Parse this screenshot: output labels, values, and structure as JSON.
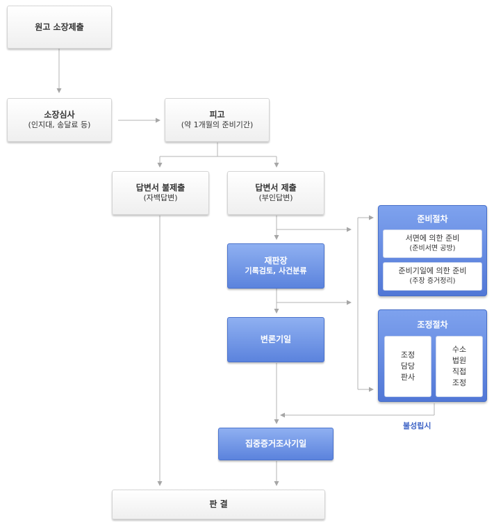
{
  "boxes": {
    "plaintiff": {
      "title": "원고 소장제출"
    },
    "review": {
      "title": "소장심사",
      "sub": "(인지대, 송달료 등)"
    },
    "defendant": {
      "title": "피고",
      "sub": "(약 1개월의 준비기간)"
    },
    "no_answer": {
      "title": "답변서 불제출",
      "sub": "(자백답변)"
    },
    "answer": {
      "title": "답변서 제출",
      "sub": "(부인답변)"
    },
    "judge": {
      "title": "재판장",
      "sub": "기록검토, 사건분류"
    },
    "hearing": {
      "title": "변론기일"
    },
    "evidence": {
      "title": "집중증거조사기일"
    },
    "judgment": {
      "title": "판 결"
    }
  },
  "prep": {
    "title": "준비절차",
    "items": [
      {
        "title": "서면에 의한 준비",
        "sub": "(준비서면 공방)"
      },
      {
        "title": "준비기일에 의한 준비",
        "sub": "(주장 증거정리)"
      }
    ]
  },
  "mediation": {
    "title": "조정절차",
    "items": [
      {
        "lines": [
          "조정",
          "담당",
          "판사"
        ]
      },
      {
        "lines": [
          "수소",
          "법원",
          "직접",
          "조정"
        ]
      }
    ]
  },
  "note": "불성립시",
  "colors": {
    "line": "#aaaaaa",
    "blue": "#5b83dd",
    "note": "#3f64c6"
  }
}
